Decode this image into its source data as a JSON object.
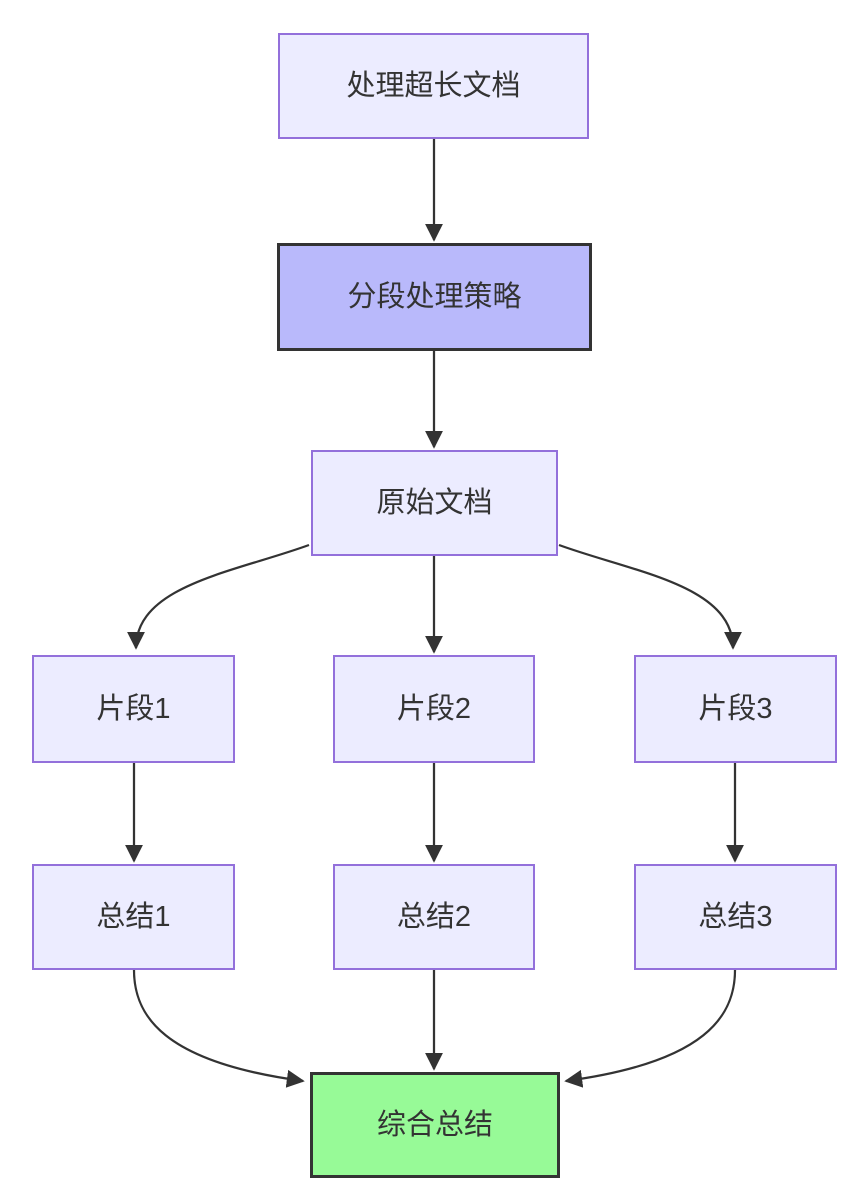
{
  "diagram": {
    "type": "flowchart-top-down",
    "nodes": [
      {
        "id": "A",
        "label": "处理超长文档",
        "variant": "default"
      },
      {
        "id": "B",
        "label": "分段处理策略",
        "variant": "highlight-purple"
      },
      {
        "id": "C",
        "label": "原始文档",
        "variant": "default"
      },
      {
        "id": "D",
        "label": "片段1",
        "variant": "default"
      },
      {
        "id": "E",
        "label": "片段2",
        "variant": "default"
      },
      {
        "id": "F",
        "label": "片段3",
        "variant": "default"
      },
      {
        "id": "G",
        "label": "总结1",
        "variant": "default"
      },
      {
        "id": "H",
        "label": "总结2",
        "variant": "default"
      },
      {
        "id": "I",
        "label": "总结3",
        "variant": "default"
      },
      {
        "id": "J",
        "label": "综合总结",
        "variant": "highlight-green"
      }
    ],
    "edges": [
      {
        "from": "A",
        "to": "B"
      },
      {
        "from": "B",
        "to": "C"
      },
      {
        "from": "C",
        "to": "D"
      },
      {
        "from": "C",
        "to": "E"
      },
      {
        "from": "C",
        "to": "F"
      },
      {
        "from": "D",
        "to": "G"
      },
      {
        "from": "E",
        "to": "H"
      },
      {
        "from": "F",
        "to": "I"
      },
      {
        "from": "G",
        "to": "J"
      },
      {
        "from": "H",
        "to": "J"
      },
      {
        "from": "I",
        "to": "J"
      }
    ],
    "colors": {
      "default_fill": "#ECECFF",
      "default_border": "#9370DB",
      "highlight_purple_fill": "#b9b9fb",
      "highlight_green_fill": "#97fa97",
      "highlight_border": "#333333",
      "edge_color": "#333333",
      "text_color": "#333333"
    }
  }
}
